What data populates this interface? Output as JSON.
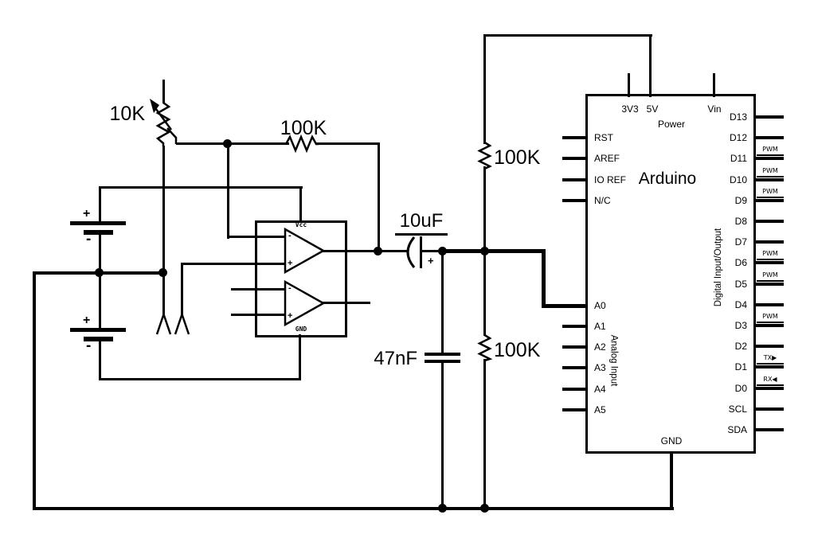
{
  "components": {
    "potentiometer_label": "10K",
    "feedback_resistor_label": "100K",
    "coupling_cap_label": "10uF",
    "coupling_cap_plus": "+",
    "filter_cap_label": "47nF",
    "top_resistor_label": "100K",
    "bottom_resistor_label": "100K",
    "battery_top": {
      "plus": "+",
      "minus": "-"
    },
    "battery_bottom": {
      "plus": "+",
      "minus": "-"
    }
  },
  "opamp": {
    "vcc": "Vcc",
    "gnd": "GND",
    "ch1_minus": "-",
    "ch1_plus": "+",
    "ch2_minus": "-",
    "ch2_plus": "+"
  },
  "arduino": {
    "title": "Arduino",
    "power_group_label": "Power",
    "gnd_pin_label": "GND",
    "analog_group_label": "Analog Input",
    "digital_group_label": "Digital Input/Output",
    "top_pins": [
      "3V3",
      "5V",
      "Vin"
    ],
    "left_pins": [
      "RST",
      "AREF",
      "IO REF",
      "N/C"
    ],
    "analog_pins": [
      "A0",
      "A1",
      "A2",
      "A3",
      "A4",
      "A5"
    ],
    "right_pins": [
      {
        "label": "D13",
        "badge": ""
      },
      {
        "label": "D12",
        "badge": ""
      },
      {
        "label": "D11",
        "badge": "PWM"
      },
      {
        "label": "D10",
        "badge": "PWM"
      },
      {
        "label": "D9",
        "badge": "PWM"
      },
      {
        "label": "D8",
        "badge": ""
      },
      {
        "label": "D7",
        "badge": ""
      },
      {
        "label": "D6",
        "badge": "PWM"
      },
      {
        "label": "D5",
        "badge": "PWM"
      },
      {
        "label": "D4",
        "badge": ""
      },
      {
        "label": "D3",
        "badge": "PWM"
      },
      {
        "label": "D2",
        "badge": ""
      },
      {
        "label": "D1",
        "badge": "TX▶"
      },
      {
        "label": "D0",
        "badge": "RX◀"
      },
      {
        "label": "SCL",
        "badge": ""
      },
      {
        "label": "SDA",
        "badge": ""
      }
    ]
  }
}
